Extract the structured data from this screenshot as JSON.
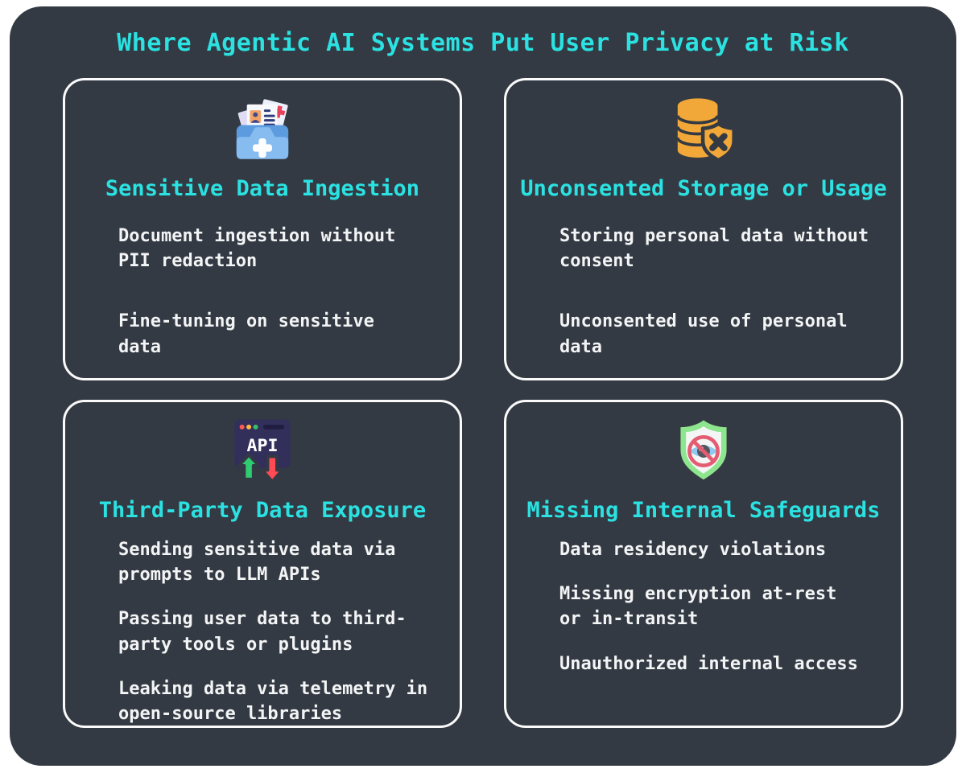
{
  "title": "Where Agentic AI Systems Put User Privacy at Risk",
  "colors": {
    "page_background": "#ffffff",
    "panel_background": "#333a43",
    "accent_cyan": "#2be1e1",
    "body_text": "#f3f4f5",
    "card_border": "#fafafa",
    "icon_orange": "#f2a838",
    "icon_green": "#8de58d",
    "icon_red": "#e45c72",
    "icon_blue_folder": "#87bcf1",
    "icon_navy_window": "#322f5b"
  },
  "cards": [
    {
      "icon": "medical-documents-folder-icon",
      "title": "Sensitive Data Ingestion",
      "items": [
        "Document ingestion without\nPII redaction",
        "Fine-tuning on sensitive\ndata"
      ]
    },
    {
      "icon": "database-blocked-shield-icon",
      "title": "Unconsented Storage or Usage",
      "items": [
        "Storing personal data without\nconsent",
        "Unconsented use of personal\ndata"
      ]
    },
    {
      "icon": "api-window-arrows-icon",
      "title": "Third-Party Data Exposure",
      "items": [
        "Sending sensitive data via\nprompts to LLM APIs",
        "Passing user data to third-\nparty tools or plugins",
        "Leaking data via telemetry in\nopen-source libraries"
      ]
    },
    {
      "icon": "no-view-shield-icon",
      "title": "Missing Internal Safeguards",
      "items": [
        "Data residency violations",
        "Missing encryption at-rest\nor in-transit",
        "Unauthorized internal access"
      ]
    }
  ],
  "api_label": "API"
}
